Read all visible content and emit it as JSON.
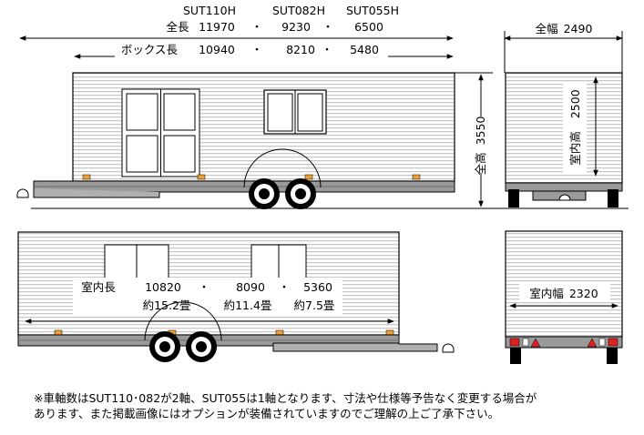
{
  "models": [
    "SUT110H",
    "SUT082H",
    "SUT055H"
  ],
  "total_length": {
    "label": "全長",
    "values": [
      "11970",
      "9230",
      "6500"
    ]
  },
  "box_length": {
    "label": "ボックス長",
    "values": [
      "10940",
      "8210",
      "5480"
    ]
  },
  "separator": "・",
  "total_width": {
    "label": "全幅",
    "value": "2490"
  },
  "interior_height": {
    "label": "室内高",
    "value": "2500"
  },
  "total_height": {
    "label": "全高",
    "value": "3550"
  },
  "interior_length": {
    "label": "室内長",
    "values": [
      "10820",
      "8090",
      "5360"
    ],
    "tatami": [
      "約15.2畳",
      "約11.4畳",
      "約7.5畳"
    ]
  },
  "interior_width": {
    "label": "室内幅",
    "value": "2320"
  },
  "note_lines": [
    "※車軸数はSUT110･082が2軸、SUT055は1軸となります、寸法や仕様等予告なく変更する場合が",
    "あります、また掲載画像にはオプションが装備されていますのでご理解の上ご了承下さい。"
  ],
  "colors": {
    "wall_stripe": "#c8c8c8",
    "chassis": "#9a9a9a",
    "marker": "#f0a030",
    "tail_red": "#e02020"
  }
}
